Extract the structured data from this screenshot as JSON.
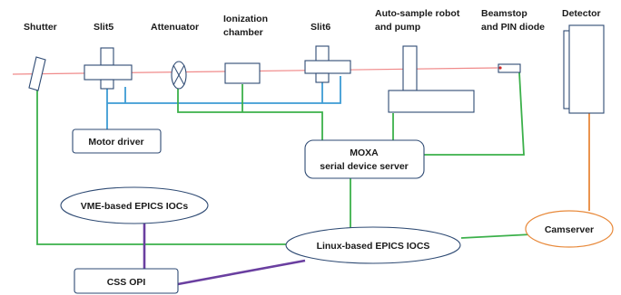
{
  "colors": {
    "beam": "#f08a8a",
    "motor_line": "#3d9bd4",
    "serial_line": "#3bb04a",
    "network_line": "#6a3fa0",
    "camera_line": "#e8893a",
    "outline": "#2e4a73",
    "camserver_outline": "#e8893a"
  },
  "labels": {
    "shutter": "Shutter",
    "slit5": "Slit5",
    "attenuator": "Attenuator",
    "ionization_line1": "Ionization",
    "ionization_line2": "chamber",
    "slit6": "Slit6",
    "robot_line1": "Auto-sample robot",
    "robot_line2": "and pump",
    "beamstop_line1": "Beamstop",
    "beamstop_line2": "and PIN diode",
    "detector": "Detector"
  },
  "boxes": {
    "motor_driver": "Motor driver",
    "moxa_line1": "MOXA",
    "moxa_line2": "serial device server",
    "vme_iocs": "VME-based EPICS IOCs",
    "linux_iocs": "Linux-based EPICS IOCS",
    "camserver": "Camserver",
    "css_opi": "CSS OPI"
  }
}
